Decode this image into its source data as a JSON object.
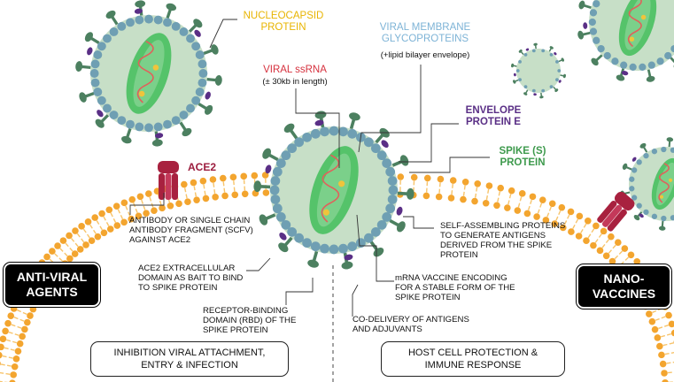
{
  "labels": {
    "nucleocapsid": "NUCLEOCAPSID\nPROTEIN",
    "membrane_glycoproteins": "VIRAL MEMBRANE\nGLYCOPROTEINS",
    "lipid_bilayer": "(+lipid bilayer envelope)",
    "viral_ssrna": "VIRAL ssRNA",
    "ssrna_length": "(± 30kb in length)",
    "envelope_protein": "ENVELOPE\nPROTEIN E",
    "spike_protein": "SPIKE (S)\nPROTEIN",
    "ace2": "ACE2"
  },
  "left_panel": {
    "badge": "ANTI-VIRAL\nAGENTS",
    "notes": [
      "ANTIBODY OR SINGLE CHAIN\nANTIBODY FRAGMENT (SCFV)\nAGAINST ACE2",
      "ACE2 EXTRACELLULAR\nDOMAIN AS BAIT TO BIND\nTO SPIKE PROTEIN",
      "RECEPTOR-BINDING\nDOMAIN (RBD) OF THE\nSPIKE PROTEIN"
    ],
    "caption": "INHIBITION VIRAL ATTACHMENT,\nENTRY & INFECTION"
  },
  "right_panel": {
    "badge": "NANO-\nVACCINES",
    "notes": [
      "SELF-ASSEMBLING PROTEINS\nTO GENERATE ANTIGENS\nDERIVED FROM THE SPIKE\nPROTEIN",
      "mRNA VACCINE ENCODING\nFOR A STABLE FORM OF THE\nSPIKE PROTEIN",
      "CO-DELIVERY OF ANTIGENS\nAND ADJUVANTS"
    ],
    "caption": "HOST CELL PROTECTION &\nIMMUNE RESPONSE"
  },
  "colors": {
    "membrane_head": "#f3a52f",
    "membrane_tail": "#f7c46b",
    "virus_body": "#c7dfc7",
    "virus_bead": "#6f9fb3",
    "spike": "#4c8060",
    "envelope_e": "#5a2f86",
    "genome_core": "#55c36a",
    "rna": "#e0615b",
    "ace2": "#a8213f"
  }
}
